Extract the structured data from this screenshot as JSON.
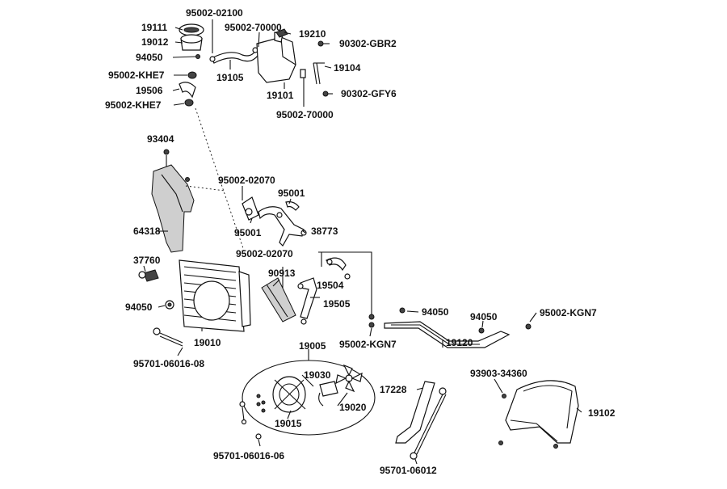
{
  "labels": {
    "p95002_02100": "95002-02100",
    "p19111": "19111",
    "p95002_70000_top": "95002-70000",
    "p19210": "19210",
    "p19012": "19012",
    "p90302_GBR2": "90302-GBR2",
    "p94050_top": "94050",
    "p19105": "19105",
    "p19104": "19104",
    "p95002_KHE7_a": "95002-KHE7",
    "p19506": "19506",
    "p19101": "19101",
    "p90302_GFY6": "90302-GFY6",
    "p95002_KHE7_b": "95002-KHE7",
    "p95002_70000_bottom": "95002-70000",
    "p93404": "93404",
    "p95002_02070_a": "95002-02070",
    "p95001_a": "95001",
    "p64318": "64318",
    "p95001_b": "95001",
    "p38773": "38773",
    "p95002_02070_b": "95002-02070",
    "p37760": "37760",
    "p90913": "90913",
    "p19504": "19504",
    "p19505": "19505",
    "p94050_left": "94050",
    "p94050_mid": "94050",
    "p94050_right": "94050",
    "p95002_KGN7_right": "95002-KGN7",
    "p19010": "19010",
    "p95002_KGN7_mid": "95002-KGN7",
    "p19120": "19120",
    "p95701_06016_08": "95701-06016-08",
    "p19005": "19005",
    "p19030": "19030",
    "p93903_34360": "93903-34360",
    "p17228": "17228",
    "p19020": "19020",
    "p19015": "19015",
    "p19102": "19102",
    "p95701_06016_06": "95701-06016-06",
    "p95701_06012": "95701-06012"
  }
}
